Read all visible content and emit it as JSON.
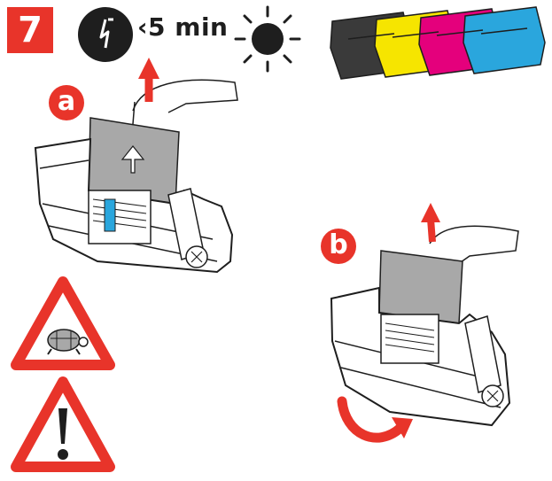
{
  "step": {
    "number": "7"
  },
  "duration": {
    "label": "‹5 min"
  },
  "substeps": [
    {
      "letter": "a"
    },
    {
      "letter": "b"
    }
  ],
  "icons": {
    "clock": "clock-icon",
    "sun": "sun-icon",
    "toner": "toner-cartridges-icon",
    "caution_slow": "caution-turtle-icon",
    "warning": "warning-exclamation-icon"
  },
  "colors": {
    "accent_red": "#e8342a",
    "black": "#1e1e1e",
    "yellow": "#f6e500",
    "magenta": "#e4007c",
    "cyan": "#2aa6dd",
    "paper_gray": "#a8a8a8",
    "tab_blue": "#2aa6dd"
  }
}
